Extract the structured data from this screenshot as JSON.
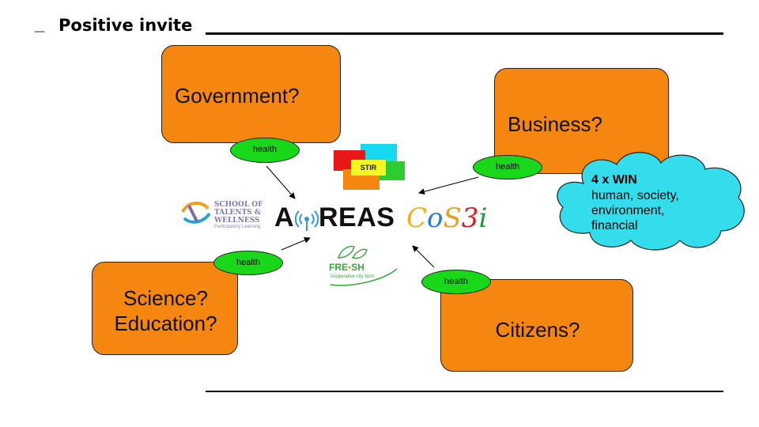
{
  "header": {
    "dash": "_",
    "title": "Positive invite"
  },
  "boxes": {
    "government": "Government?",
    "business": "Business?",
    "science": "Science?",
    "education": "Education?",
    "citizens": "Citizens?"
  },
  "pills": {
    "label": "health"
  },
  "cloud": {
    "title": "4 x WIN",
    "line1": "human, society,",
    "line2": "environment,",
    "line3": "financial"
  },
  "logos": {
    "stir": "STIR",
    "areas_a": "A",
    "areas_rest": "REAS",
    "school_line1": "SCHOOL OF",
    "school_line2": "TALENTS &",
    "school_line3": "WELLNESS",
    "school_sub": "Participatory Learning",
    "fresh_a": "FRE",
    "fresh_b": "SH",
    "fresh_sub": "cooperative city farm",
    "cosi_c": "C",
    "cosi_o": "o",
    "cosi_s": "S",
    "cosi_3": "3",
    "cosi_i": "i"
  },
  "colors": {
    "box_fill": "#f5860f",
    "pill_fill": "#19d81a",
    "cloud_fill": "#33ddeb"
  }
}
